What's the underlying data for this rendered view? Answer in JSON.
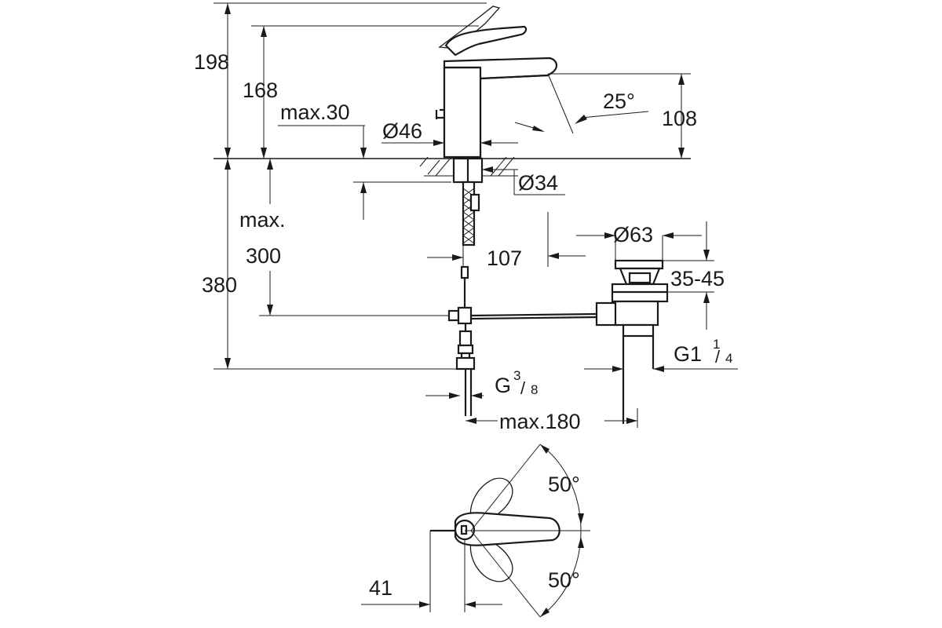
{
  "dimensions": {
    "d198": "198",
    "d168": "168",
    "max30": "max.30",
    "dia46": "Ø46",
    "angle25": "25°",
    "d108": "108",
    "dia34": "Ø34",
    "max_label": "max.",
    "d300": "300",
    "d380": "380",
    "d107": "107",
    "dia63": "Ø63",
    "d35_45": "35-45",
    "g1_main": "G1",
    "g1_num": "1",
    "g1_den": "4",
    "g38_main": "G",
    "g38_num": "3",
    "g38_den": "8",
    "max180": "max.180",
    "angle50_top": "50°",
    "angle50_bottom": "50°",
    "d41": "41"
  }
}
